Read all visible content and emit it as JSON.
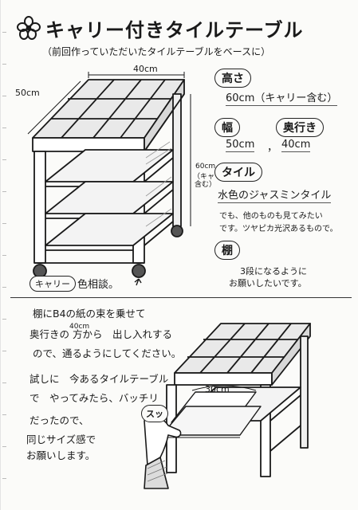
{
  "header": {
    "title": "キャリー付きタイルテーブル",
    "subtitle": "（前回作っていただいたタイルテーブルをベースに）"
  },
  "sketch1": {
    "dim_width": "40cm",
    "dim_side": "50cm",
    "dim_carry_small_1": "60cm",
    "dim_carry_small_2": "（キャリー",
    "dim_carry_small_3": "含む）",
    "carry_note_label": "キャリー",
    "carry_note_text": "色相談。"
  },
  "specs": {
    "height_label": "高さ",
    "height_value": "60cm（キャリー含む）",
    "width_label": "幅",
    "width_value": "50cm",
    "depth_label": "奥行き",
    "depth_value": "40cm",
    "value_separator": "，",
    "tile_label": "タイル",
    "tile_value": "水色のジャスミンタイル",
    "tile_note_1": "でも、他のものも見てみたい",
    "tile_note_2": "です。ツヤピカ光沢あるもので。",
    "shelf_label": "棚",
    "shelf_note_1": "3段になるように",
    "shelf_note_2": "お願いしたいです。"
  },
  "request": {
    "line1": "棚にB4の紙の束を乗せて",
    "line2_a": "奥行きの",
    "line2_small": "40cm",
    "line2_b": "方から　出し入れする",
    "line3": "ので、通るようにしてください。",
    "line4": "試しに　今あるタイルテーブル",
    "line5": "で　やってみたら、バッチリ",
    "line6": "だったので、",
    "line7": "同じサイズ感で",
    "line8": "お願いします。"
  },
  "sketch2": {
    "dim_paper": "30cm",
    "sound_effect": "スッ"
  },
  "colors": {
    "ink": "#1a1a1a",
    "paper": "#fbfbf9",
    "shade": "#9a9a9a"
  }
}
